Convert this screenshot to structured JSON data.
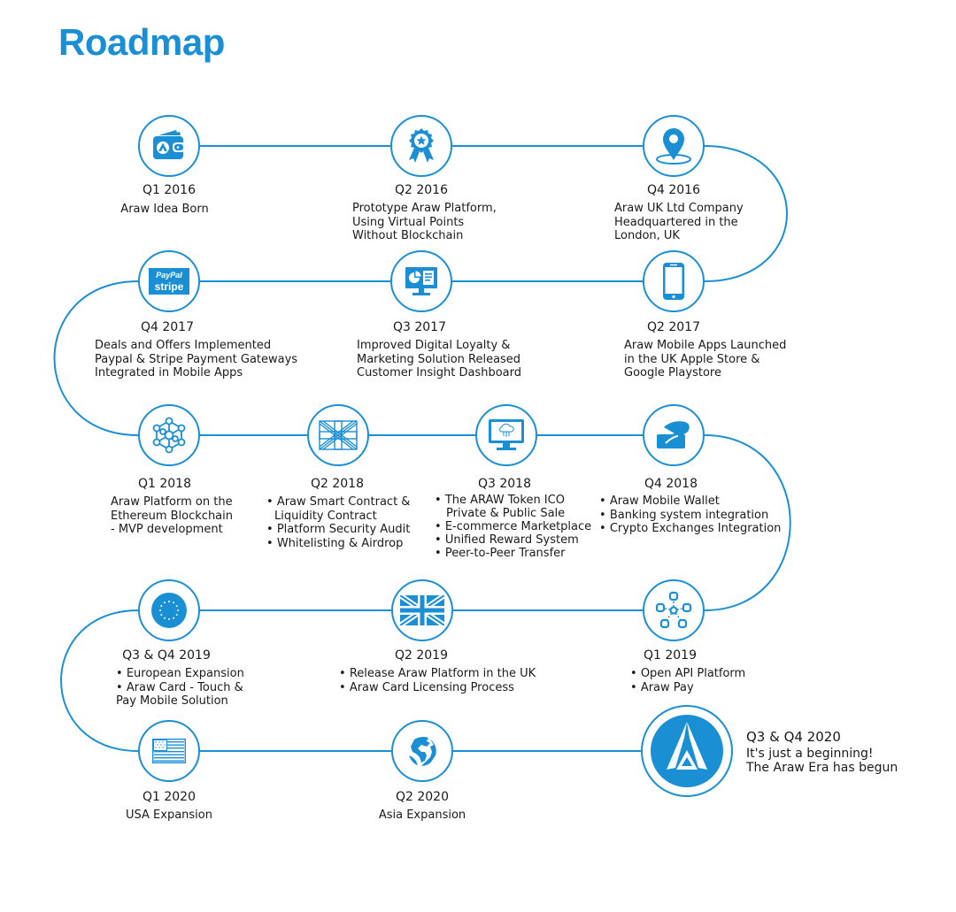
{
  "title": "Roadmap",
  "colors": {
    "accent": "#1b8fd3",
    "text": "#1a1a1a",
    "background": "#ffffff"
  },
  "milestones": [
    {
      "quarter": "Q1 2016",
      "icon": "wallet-icon",
      "lines": [
        "Araw Idea Born"
      ]
    },
    {
      "quarter": "Q2 2016",
      "icon": "award-badge-icon",
      "lines": [
        "Prototype Araw Platform,",
        "Using Virtual Points",
        "Without Blockchain"
      ]
    },
    {
      "quarter": "Q4 2016",
      "icon": "location-pin-icon",
      "lines": [
        "Araw UK Ltd Company",
        "Headquartered in the",
        "London, UK"
      ]
    },
    {
      "quarter": "Q2 2017",
      "icon": "smartphone-icon",
      "lines": [
        "Araw Mobile Apps Launched",
        "in the UK Apple Store &",
        "Google Playstore"
      ]
    },
    {
      "quarter": "Q3 2017",
      "icon": "dashboard-monitor-icon",
      "lines": [
        "Improved Digital Loyalty &",
        "Marketing Solution Released",
        "Customer Insight Dashboard"
      ]
    },
    {
      "quarter": "Q4 2017",
      "icon": "paypal-stripe-icon",
      "icon_text": [
        "PayPal",
        "stripe"
      ],
      "lines": [
        "Deals and Offers Implemented",
        "Paypal & Stripe Payment Gateways",
        "Integrated in Mobile Apps"
      ]
    },
    {
      "quarter": "Q1 2018",
      "icon": "blockchain-network-icon",
      "lines": [
        "Araw Platform on the",
        "Ethereum Blockchain",
        "- MVP development"
      ]
    },
    {
      "quarter": "Q2 2018",
      "icon": "uk-flag-outline-icon",
      "bullets": [
        "Araw Smart Contract &",
        "Liquidity Contract",
        "Platform Security Audit",
        "Whitelisting & Airdrop"
      ]
    },
    {
      "quarter": "Q3 2018",
      "icon": "cloud-monitor-icon",
      "bullets": [
        "The ARAW Token ICO",
        "Private & Public Sale",
        "E-commerce Marketplace",
        "Unified Reward System",
        "Peer-to-Peer Transfer"
      ]
    },
    {
      "quarter": "Q4 2018",
      "icon": "hand-card-icon",
      "bullets": [
        "Araw Mobile Wallet",
        "Banking system integration",
        "Crypto Exchanges Integration"
      ]
    },
    {
      "quarter": "Q1 2019",
      "icon": "api-network-icon",
      "bullets": [
        "Open API Platform",
        "Araw Pay"
      ]
    },
    {
      "quarter": "Q2 2019",
      "icon": "uk-flag-icon",
      "bullets": [
        "Release Araw Platform in the UK",
        "Araw Card Licensing Process"
      ]
    },
    {
      "quarter": "Q3 & Q4 2019",
      "icon": "eu-flag-icon",
      "bullets": [
        "European Expansion",
        "Araw Card - Touch &",
        "Pay Mobile Solution"
      ]
    },
    {
      "quarter": "Q1 2020",
      "icon": "usa-flag-icon",
      "lines": [
        "USA Expansion"
      ]
    },
    {
      "quarter": "Q2 2020",
      "icon": "globe-icon",
      "lines": [
        "Asia Expansion"
      ]
    },
    {
      "quarter": "Q3 & Q4 2020",
      "icon": "araw-logo-icon",
      "lines": [
        "It's just a beginning!",
        "The Araw Era has begun"
      ]
    }
  ]
}
